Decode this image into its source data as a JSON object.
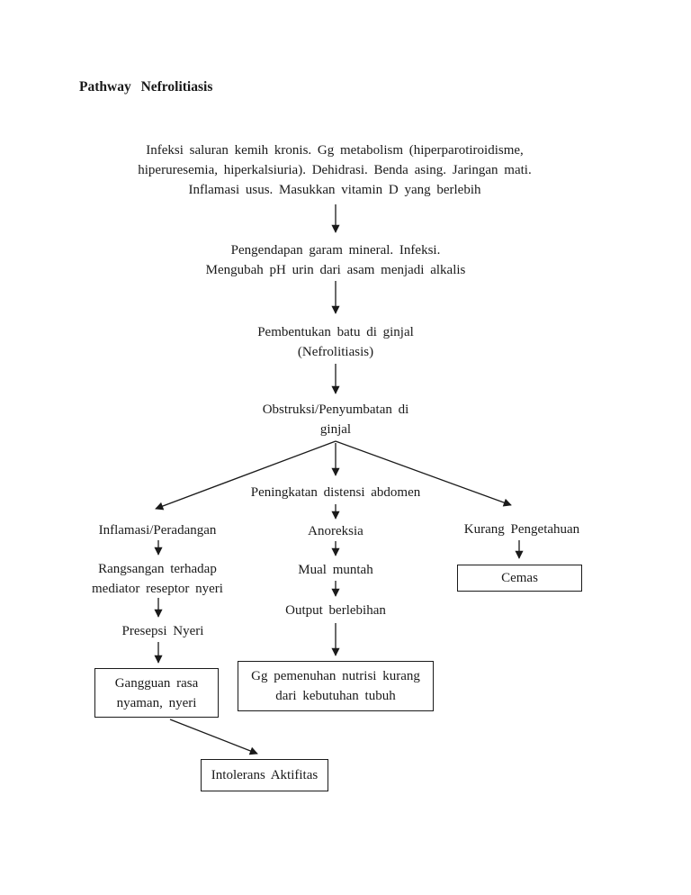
{
  "page": {
    "title": "Pathway  Nefrolitiasis",
    "background_color": "#ffffff",
    "ink_color": "#1a1a1a"
  },
  "diagram": {
    "etiology": {
      "line1": "Infeksi saluran kemih kronis. Gg metabolism (hiperparotiroidisme,",
      "line2": "hiperuresemia, hiperkalsiuria). Dehidrasi. Benda asing. Jaringan mati.",
      "line3": "Inflamasi usus. Masukkan vitamin D yang berlebih"
    },
    "precipitation": {
      "line1": "Pengendapan garam mineral. Infeksi.",
      "line2": "Mengubah pH urin dari asam menjadi alkalis"
    },
    "stone_formation": {
      "line1": "Pembentukan batu di ginjal",
      "line2": "(Nefrolitiasis)"
    },
    "obstruction": {
      "line1": "Obstruksi/Penyumbatan di",
      "line2": "ginjal"
    },
    "abdominal_distension": {
      "label": "Peningkatan distensi abdomen"
    },
    "inflammation": {
      "label": "Inflamasi/Peradangan"
    },
    "anorexia": {
      "label": "Anoreksia"
    },
    "lack_of_knowledge": {
      "label": "Kurang Pengetahuan"
    },
    "pain_stimulus": {
      "line1": "Rangsangan terhadap",
      "line2": "mediator reseptor nyeri"
    },
    "nausea_vomiting": {
      "label": "Mual muntah"
    },
    "anxiety_box": {
      "label": "Cemas"
    },
    "excess_output": {
      "label": "Output berlebihan"
    },
    "pain_perception": {
      "label": "Presepsi Nyeri"
    },
    "comfort_disorder_box": {
      "line1": "Gangguan rasa",
      "line2": "nyaman, nyeri"
    },
    "nutrition_deficit_box": {
      "line1": "Gg pemenuhan nutrisi kurang",
      "line2": "dari kebutuhan tubuh"
    },
    "activity_intolerance_box": {
      "label": "Intolerans Aktifitas"
    }
  }
}
